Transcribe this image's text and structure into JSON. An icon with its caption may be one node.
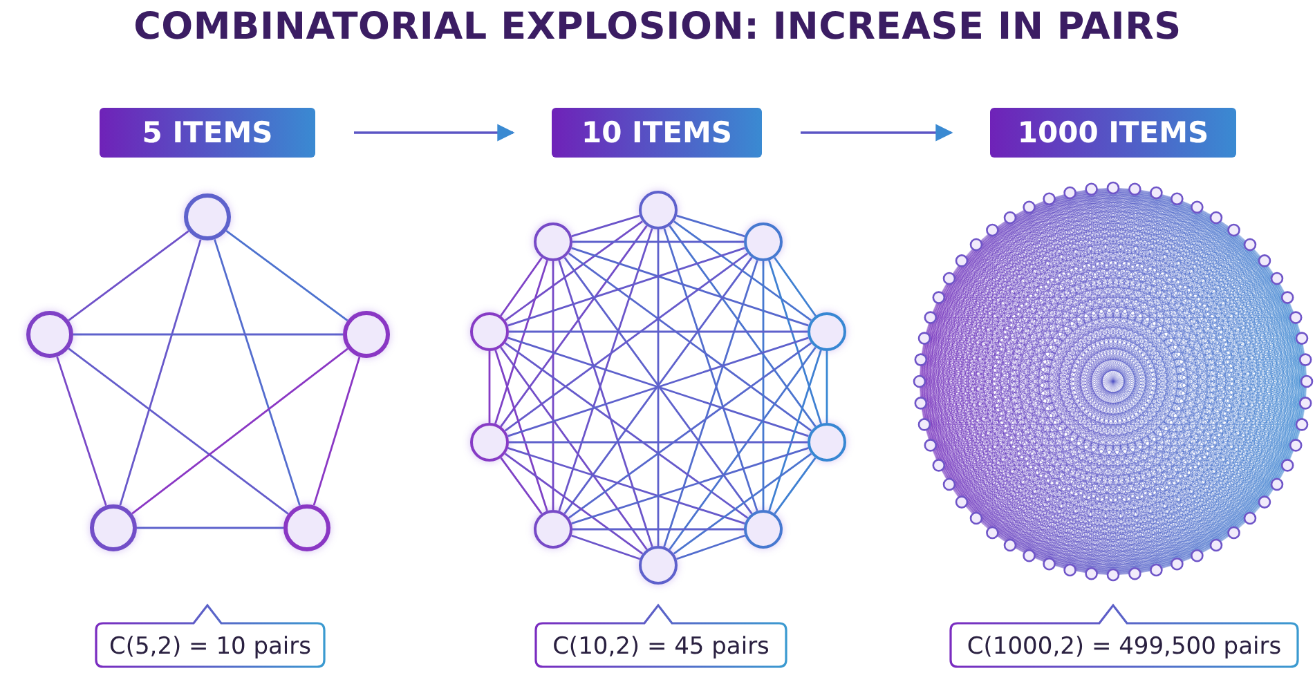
{
  "diagram": {
    "title": "COMBINATORIAL EXPLOSION: INCREASE IN PAIRS",
    "nodes": [
      {
        "text": [
          "5 ITEMS"
        ]
      },
      {
        "text": [
          "10 ITEMS"
        ]
      },
      {
        "text": [
          "1000 ITEMS"
        ]
      },
      {
        "text": [],
        "shape": "circle"
      },
      {
        "text": [],
        "shape": "circle"
      },
      {
        "text": [],
        "shape": "circle"
      },
      {
        "text": [],
        "shape": "circle"
      },
      {
        "text": [],
        "shape": "circle"
      },
      {
        "text": [],
        "shape": "circle"
      },
      {
        "text": [],
        "shape": "circle"
      },
      {
        "text": [],
        "shape": "circle"
      },
      {
        "text": [],
        "shape": "circle"
      },
      {
        "text": [],
        "shape": "circle"
      },
      {
        "text": [],
        "shape": "circle"
      },
      {
        "text": [],
        "shape": "circle"
      },
      {
        "text": [],
        "shape": "circle"
      },
      {
        "text": [],
        "shape": "circle"
      },
      {
        "text": [],
        "shape": "circle"
      },
      {
        "text": [],
        "shape": "picture"
      },
      {
        "text": [
          "C(5,2) = 10 pairs"
        ]
      },
      {
        "text": [
          "C(10,2) = 45 pairs"
        ]
      },
      {
        "text": [
          "C(1000,2) = 499,500 pairs"
        ]
      }
    ],
    "edges": [
      {
        "from": 0,
        "to": 1,
        "arrow": "to"
      },
      {
        "from": 1,
        "to": 2,
        "arrow": "to"
      },
      {
        "from": 3,
        "to": 4,
        "arrow": "none"
      },
      {
        "from": 3,
        "to": 5,
        "arrow": "none"
      },
      {
        "from": 3,
        "to": 6,
        "arrow": "none"
      },
      {
        "from": 3,
        "to": 7,
        "arrow": "none"
      },
      {
        "from": 4,
        "to": 5,
        "arrow": "none"
      },
      {
        "from": 4,
        "to": 6,
        "arrow": "none"
      },
      {
        "from": 4,
        "to": 7,
        "arrow": "none"
      },
      {
        "from": 5,
        "to": 6,
        "arrow": "none"
      },
      {
        "from": 5,
        "to": 7,
        "arrow": "none"
      },
      {
        "from": 6,
        "to": 7,
        "arrow": "none"
      },
      {
        "from": 8,
        "to": 9,
        "arrow": "none"
      },
      {
        "from": 8,
        "to": 10,
        "arrow": "none"
      },
      {
        "from": 8,
        "to": 11,
        "arrow": "none"
      },
      {
        "from": 8,
        "to": 12,
        "arrow": "none"
      },
      {
        "from": 8,
        "to": 13,
        "arrow": "none"
      },
      {
        "from": 8,
        "to": 14,
        "arrow": "none"
      },
      {
        "from": 8,
        "to": 15,
        "arrow": "none"
      },
      {
        "from": 8,
        "to": 16,
        "arrow": "none"
      },
      {
        "from": 8,
        "to": 17,
        "arrow": "none"
      },
      {
        "from": 9,
        "to": 10,
        "arrow": "none"
      },
      {
        "from": 9,
        "to": 11,
        "arrow": "none"
      },
      {
        "from": 9,
        "to": 12,
        "arrow": "none"
      },
      {
        "from": 9,
        "to": 13,
        "arrow": "none"
      },
      {
        "from": 9,
        "to": 14,
        "arrow": "none"
      },
      {
        "from": 9,
        "to": 15,
        "arrow": "none"
      },
      {
        "from": 9,
        "to": 16,
        "arrow": "none"
      },
      {
        "from": 9,
        "to": 17,
        "arrow": "none"
      },
      {
        "from": 10,
        "to": 11,
        "arrow": "none"
      },
      {
        "from": 10,
        "to": 12,
        "arrow": "none"
      },
      {
        "from": 10,
        "to": 13,
        "arrow": "none"
      },
      {
        "from": 10,
        "to": 14,
        "arrow": "none"
      },
      {
        "from": 10,
        "to": 15,
        "arrow": "none"
      },
      {
        "from": 10,
        "to": 16,
        "arrow": "none"
      },
      {
        "from": 10,
        "to": 17,
        "arrow": "none"
      },
      {
        "from": 11,
        "to": 12,
        "arrow": "none"
      },
      {
        "from": 11,
        "to": 13,
        "arrow": "none"
      },
      {
        "from": 11,
        "to": 14,
        "arrow": "none"
      },
      {
        "from": 11,
        "to": 15,
        "arrow": "none"
      },
      {
        "from": 11,
        "to": 16,
        "arrow": "none"
      },
      {
        "from": 11,
        "to": 17,
        "arrow": "none"
      },
      {
        "from": 12,
        "to": 13,
        "arrow": "none"
      },
      {
        "from": 12,
        "to": 14,
        "arrow": "none"
      },
      {
        "from": 12,
        "to": 15,
        "arrow": "none"
      },
      {
        "from": 12,
        "to": 16,
        "arrow": "none"
      },
      {
        "from": 12,
        "to": 17,
        "arrow": "none"
      },
      {
        "from": 13,
        "to": 14,
        "arrow": "none"
      },
      {
        "from": 13,
        "to": 15,
        "arrow": "none"
      },
      {
        "from": 13,
        "to": 16,
        "arrow": "none"
      },
      {
        "from": 13,
        "to": 17,
        "arrow": "none"
      },
      {
        "from": 14,
        "to": 15,
        "arrow": "none"
      },
      {
        "from": 14,
        "to": 16,
        "arrow": "none"
      },
      {
        "from": 14,
        "to": 17,
        "arrow": "none"
      },
      {
        "from": 15,
        "to": 16,
        "arrow": "none"
      },
      {
        "from": 15,
        "to": 17,
        "arrow": "none"
      },
      {
        "from": 16,
        "to": 17,
        "arrow": "none"
      }
    ]
  }
}
